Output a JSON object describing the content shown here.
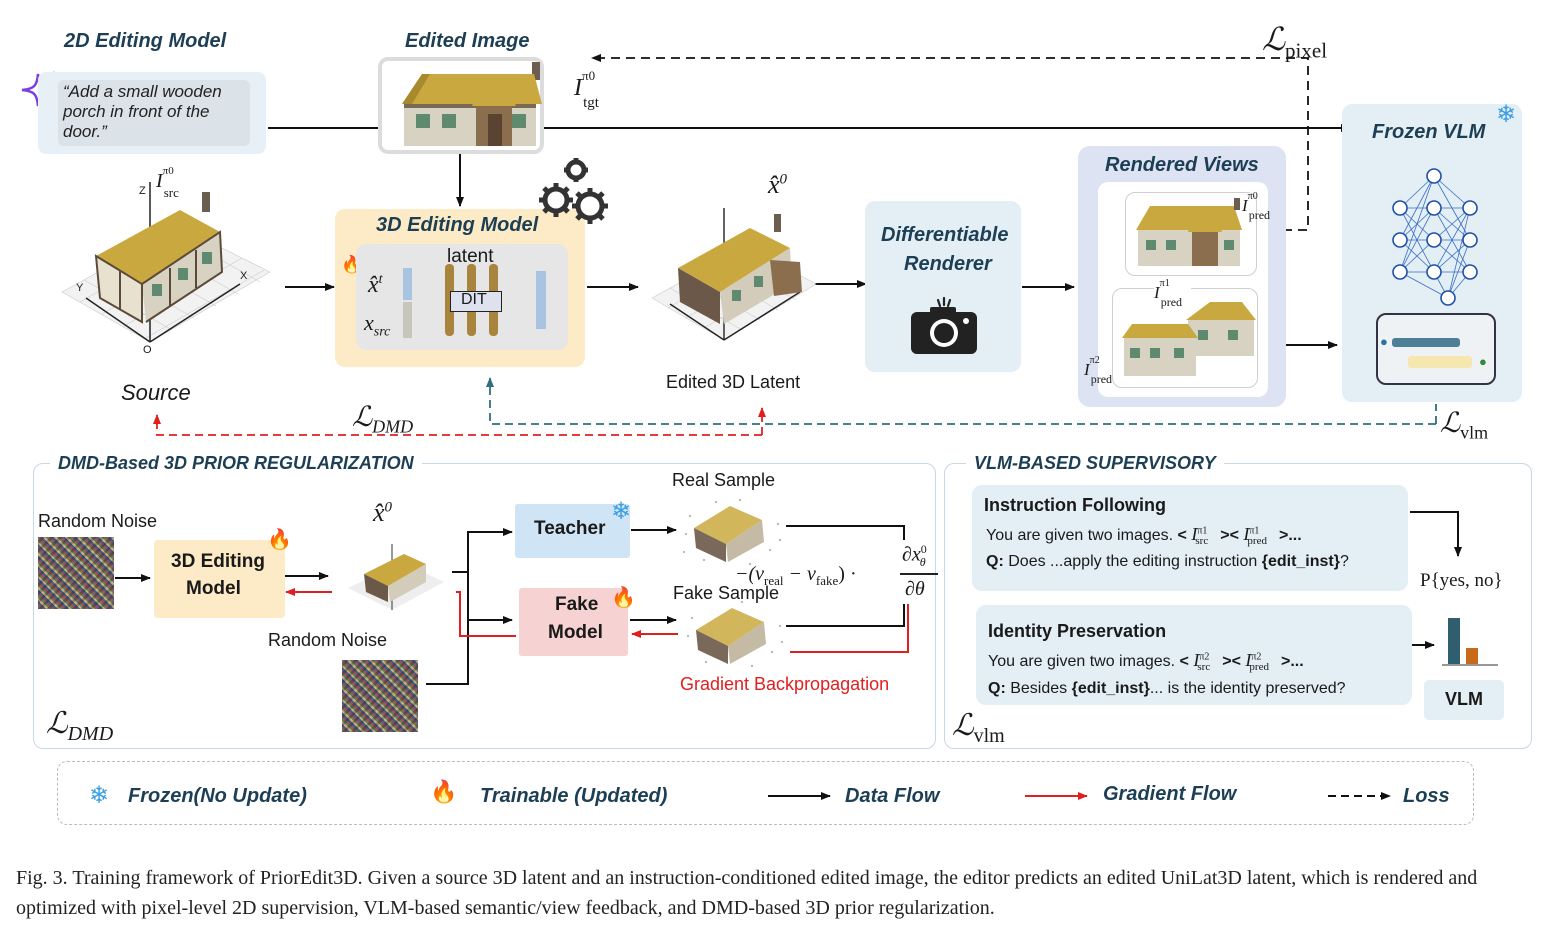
{
  "top": {
    "editing2d_title": "2D Editing Model",
    "prompt_text": "“Add a small wooden porch in front of the door.”",
    "edited_image_title": "Edited Image",
    "I_tgt": "I",
    "I_tgt_sup": "π0",
    "I_tgt_sub": "tgt",
    "L_pixel": "ℒ",
    "L_pixel_sub": "pixel",
    "frozen_vlm_title": "Frozen VLM",
    "I_src": "I",
    "I_src_sup": "π0",
    "I_src_sub": "src",
    "source_label": "Source",
    "editing3d_title": "3D Editing Model",
    "latent_label": "latent",
    "xt_label": "x̂",
    "xt_sup": "t",
    "xsrc_label": "x",
    "xsrc_sub": "src",
    "dit_label": "DIT",
    "x0_label": "x̂",
    "x0_sup": "0",
    "edited_latent_label": "Edited 3D Latent",
    "renderer_line1": "Differentiable",
    "renderer_line2": "Renderer",
    "rendered_views_title": "Rendered Views",
    "pred0": "I",
    "pred0_sup": "π0",
    "pred0_sub": "pred",
    "pred1": "I",
    "pred1_sup": "π1",
    "pred1_sub": "pred",
    "pred2": "I",
    "pred2_sup": "π2",
    "pred2_sub": "pred",
    "L_dmd": "ℒ",
    "L_dmd_sub": "DMD",
    "L_vlm": "ℒ",
    "L_vlm_sub": "vlm",
    "axis_x": "X",
    "axis_y": "Y",
    "axis_z": "Z",
    "axis_o": "O"
  },
  "dmd": {
    "title": "DMD-Based 3D PRIOR REGULARIZATION",
    "random_noise_1": "Random Noise",
    "editing_line1": "3D Editing",
    "editing_line2": "Model",
    "x0": "x̂",
    "x0_sup": "0",
    "random_noise_2": "Random Noise",
    "teacher": "Teacher",
    "fake_line1": "Fake",
    "fake_line2": "Model",
    "real_sample": "Real Sample",
    "fake_sample": "Fake Sample",
    "formula_left": "−(v",
    "formula_real": "real",
    "formula_mid": " − v",
    "formula_fake": "fake",
    "formula_right": ") ·",
    "frac_num": "∂x",
    "frac_num_sup": "0",
    "frac_num_sub": "θ",
    "frac_den": "∂θ",
    "grad_backprop": "Gradient Backpropagation",
    "L": "ℒ",
    "L_sub": "DMD"
  },
  "vlm": {
    "title": "VLM-BASED SUPERVISORY",
    "instr_title": "Instruction Following",
    "instr_line1": "You are given two images.",
    "instr_img_a": "I",
    "instr_img_a_sup": "π1",
    "instr_img_a_sub": "src",
    "instr_img_b": "I",
    "instr_img_b_sup": "π1",
    "instr_img_b_sub": "pred",
    "instr_q_label": "Q:",
    "instr_q": "Does ...apply the editing instruction",
    "instr_q_inst": "{edit_inst}",
    "instr_q_end": "?",
    "p_yes_no": "P{yes, no}",
    "ident_title": "Identity Preservation",
    "ident_line1": "You are given two images.",
    "ident_img_a": "I",
    "ident_img_a_sup": "π2",
    "ident_img_a_sub": "src",
    "ident_img_b": "I",
    "ident_img_b_sup": "π2",
    "ident_img_b_sub": "pred",
    "ident_q_label": "Q:",
    "ident_q_a": "Besides",
    "ident_q_inst": "{edit_inst}",
    "ident_q_b": "... is the identity preserved?",
    "vlm_label": "VLM",
    "L": "ℒ",
    "L_sub": "vlm"
  },
  "legend": {
    "frozen": "Frozen(No Update)",
    "trainable": "Trainable (Updated)",
    "data_flow": "Data Flow",
    "gradient_flow": "Gradient Flow",
    "loss": "Loss"
  },
  "caption": "Fig. 3.  Training framework of PriorEdit3D. Given a source 3D latent and an instruction-conditioned edited image, the editor predicts an edited UniLat3D latent, which is rendered and optimized with pixel-level 2D supervision, VLM-based semantic/view feedback, and DMD-based 3D prior regularization.",
  "colors": {
    "title_blue": "#1d3f55",
    "panel_blue": "#e3eef5",
    "edit_yellow": "#fcebc6",
    "teacher_blue": "#cfe4f5",
    "fake_pink": "#f7d2d2",
    "grad_red": "#e02020",
    "loss_teal": "#2f6f7f",
    "roof": "#c9a93f",
    "wall": "#d8d2c2"
  },
  "icons": {
    "sparkle": "sparkle-icon",
    "gears": "gears-icon",
    "fire": "fire-icon",
    "snowflake": "snowflake-icon",
    "camera": "camera-icon",
    "network": "neural-network-icon",
    "bar_chart": "bar-chart-icon"
  }
}
